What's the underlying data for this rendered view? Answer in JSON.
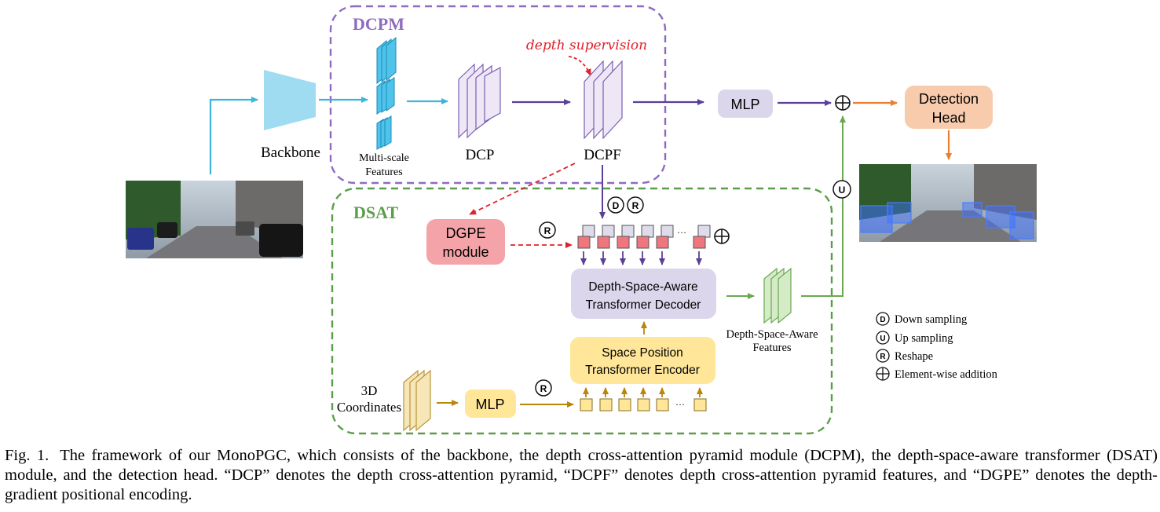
{
  "modules": {
    "dcpm_title": "DCPM",
    "dsat_title": "DSAT"
  },
  "labels": {
    "backbone": "Backbone",
    "multiscale_line1": "Multi-scale",
    "multiscale_line2": "Features",
    "dcp": "DCP",
    "dcpf": "DCPF",
    "depth_supervision": "depth supervision",
    "mlp_top": "MLP",
    "detection_head_line1": "Detection",
    "detection_head_line2": "Head",
    "dgpe_line1": "DGPE",
    "dgpe_line2": "module",
    "decoder_line1": "Depth-Space-Aware",
    "decoder_line2": "Transformer Decoder",
    "encoder_line1": "Space Position",
    "encoder_line2": "Transformer Encoder",
    "dsa_features_line1": "Depth-Space-Aware",
    "dsa_features_line2": "Features",
    "coords_line1": "3D",
    "coords_line2": "Coordinates",
    "mlp_bottom": "MLP",
    "ellipsis": "···"
  },
  "symbols": {
    "down": "D",
    "up": "U",
    "reshape": "R",
    "plus": "+"
  },
  "legend": [
    {
      "symbol": "D",
      "text": "Down sampling"
    },
    {
      "symbol": "U",
      "text": "Up sampling"
    },
    {
      "symbol": "R",
      "text": "Reshape"
    },
    {
      "symbol": "+",
      "text": "Element-wise addition"
    }
  ],
  "caption": {
    "label": "Fig. 1.",
    "text": "The framework of our MonoPGC, which consists of the backbone, the depth cross-attention pyramid module (DCPM), the depth-space-aware transformer (DSAT) module, and the detection head. “DCP” denotes the depth cross-attention pyramid, “DCPF” denotes depth cross-attention pyramid features, and “DGPE” denotes the depth-gradient positional encoding."
  },
  "colors": {
    "blue": "#3cb4dc",
    "purple": "#5b3f98",
    "dcpm_border": "#8e6bbf",
    "dsat_border": "#5a9e4a",
    "green": "#6aa84f",
    "orange": "#ed7d31",
    "red": "#e0202a",
    "gold": "#b8860b",
    "yellow_fill": "#ffe699",
    "pink_fill": "#f4a3a8",
    "peach_fill": "#f8cbad",
    "lavender_fill": "#dcd6ec"
  }
}
